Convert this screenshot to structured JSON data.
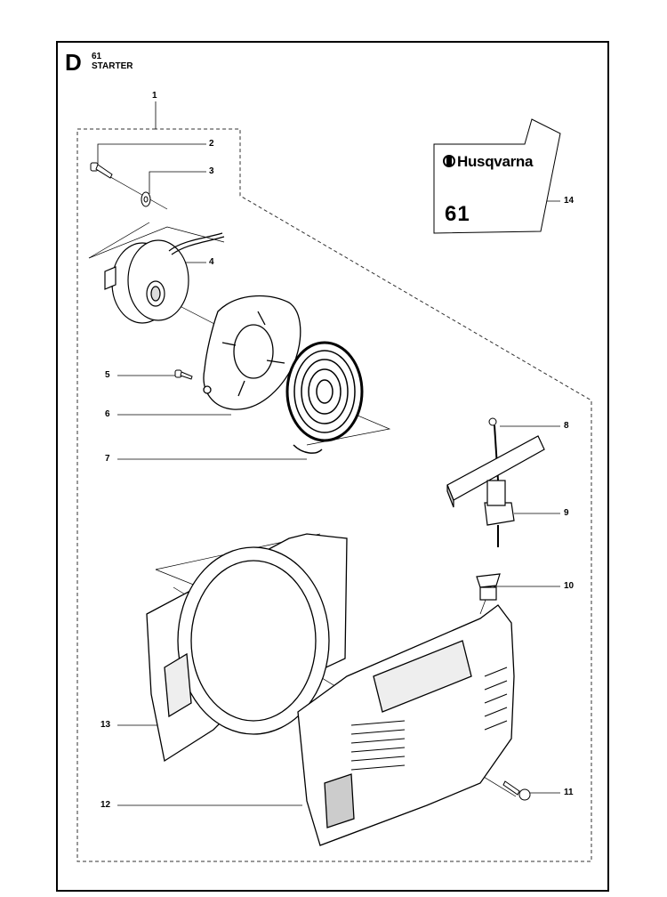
{
  "section": {
    "letter": "D",
    "number": "61",
    "title": "STARTER"
  },
  "decal": {
    "brand": "Husqvarna",
    "model": "61"
  },
  "icons": {
    "brand_logo": "husqvarna-crown-logo"
  },
  "parts": [
    {
      "id": "1",
      "name": "starter-assembly"
    },
    {
      "id": "2",
      "name": "screw"
    },
    {
      "id": "3",
      "name": "washer"
    },
    {
      "id": "4",
      "name": "pulley"
    },
    {
      "id": "5",
      "name": "screw"
    },
    {
      "id": "6",
      "name": "spring-cassette-cover"
    },
    {
      "id": "7",
      "name": "recoil-spring"
    },
    {
      "id": "8",
      "name": "starter-cord"
    },
    {
      "id": "9",
      "name": "starter-handle"
    },
    {
      "id": "10",
      "name": "cord-guide"
    },
    {
      "id": "11",
      "name": "screw"
    },
    {
      "id": "12",
      "name": "starter-housing"
    },
    {
      "id": "13",
      "name": "fan-housing-plate"
    },
    {
      "id": "14",
      "name": "decal"
    }
  ]
}
